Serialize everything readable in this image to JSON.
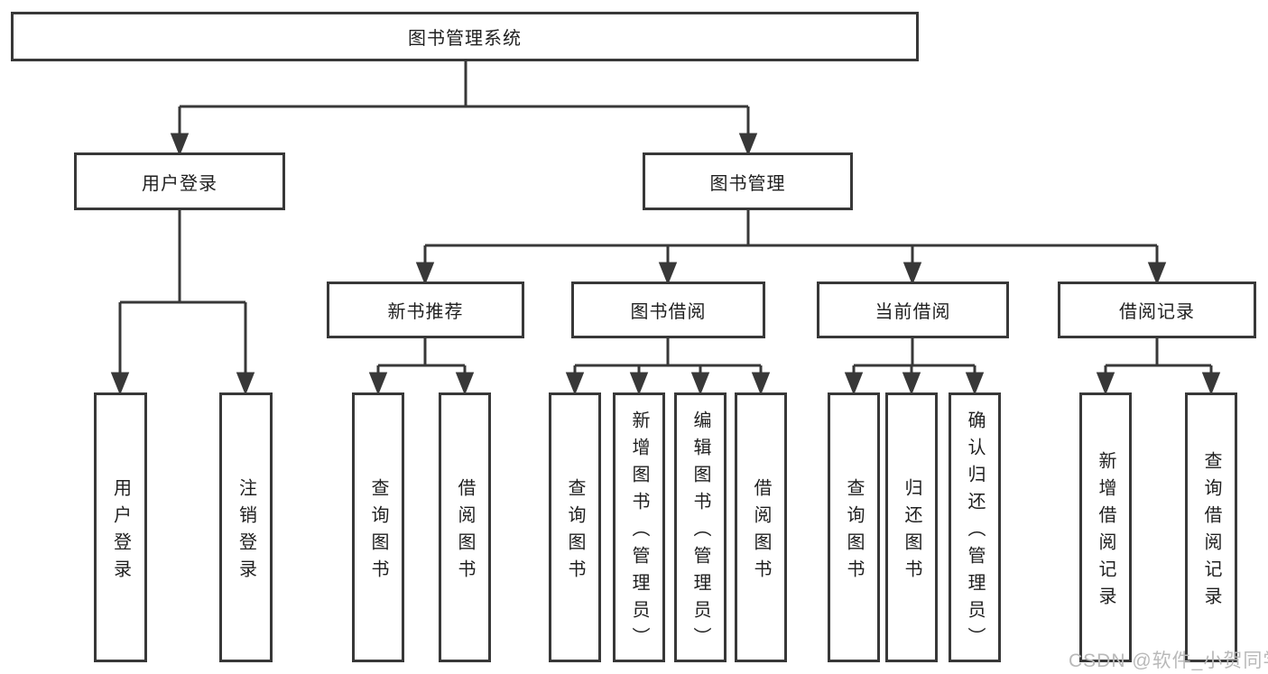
{
  "colors": {
    "line": "#383838",
    "box_border": "#383838",
    "box_background": "#ffffff",
    "text": "#1f1f1f",
    "background": "#ffffff",
    "watermark_text_color": "#b9b9b9"
  },
  "diagram": {
    "root": {
      "label": "图书管理系统"
    },
    "branches": [
      {
        "label": "用户登录",
        "children": [
          {
            "label": "用户登录"
          },
          {
            "label": "注销登录"
          }
        ]
      },
      {
        "label": "图书管理",
        "children": [
          {
            "label": "新书推荐",
            "children": [
              {
                "label": "查询图书"
              },
              {
                "label": "借阅图书"
              }
            ]
          },
          {
            "label": "图书借阅",
            "children": [
              {
                "label": "查询图书"
              },
              {
                "label": "新增图书（管理员）"
              },
              {
                "label": "编辑图书（管理员）"
              },
              {
                "label": "借阅图书"
              }
            ]
          },
          {
            "label": "当前借阅",
            "children": [
              {
                "label": "查询图书"
              },
              {
                "label": "归还图书"
              },
              {
                "label": "确认归还（管理员）"
              }
            ]
          },
          {
            "label": "借阅记录",
            "children": [
              {
                "label": "新增借阅记录"
              },
              {
                "label": "查询借阅记录"
              }
            ]
          }
        ]
      }
    ]
  },
  "watermark": {
    "text": "CSDN @软件_小贺同学"
  }
}
